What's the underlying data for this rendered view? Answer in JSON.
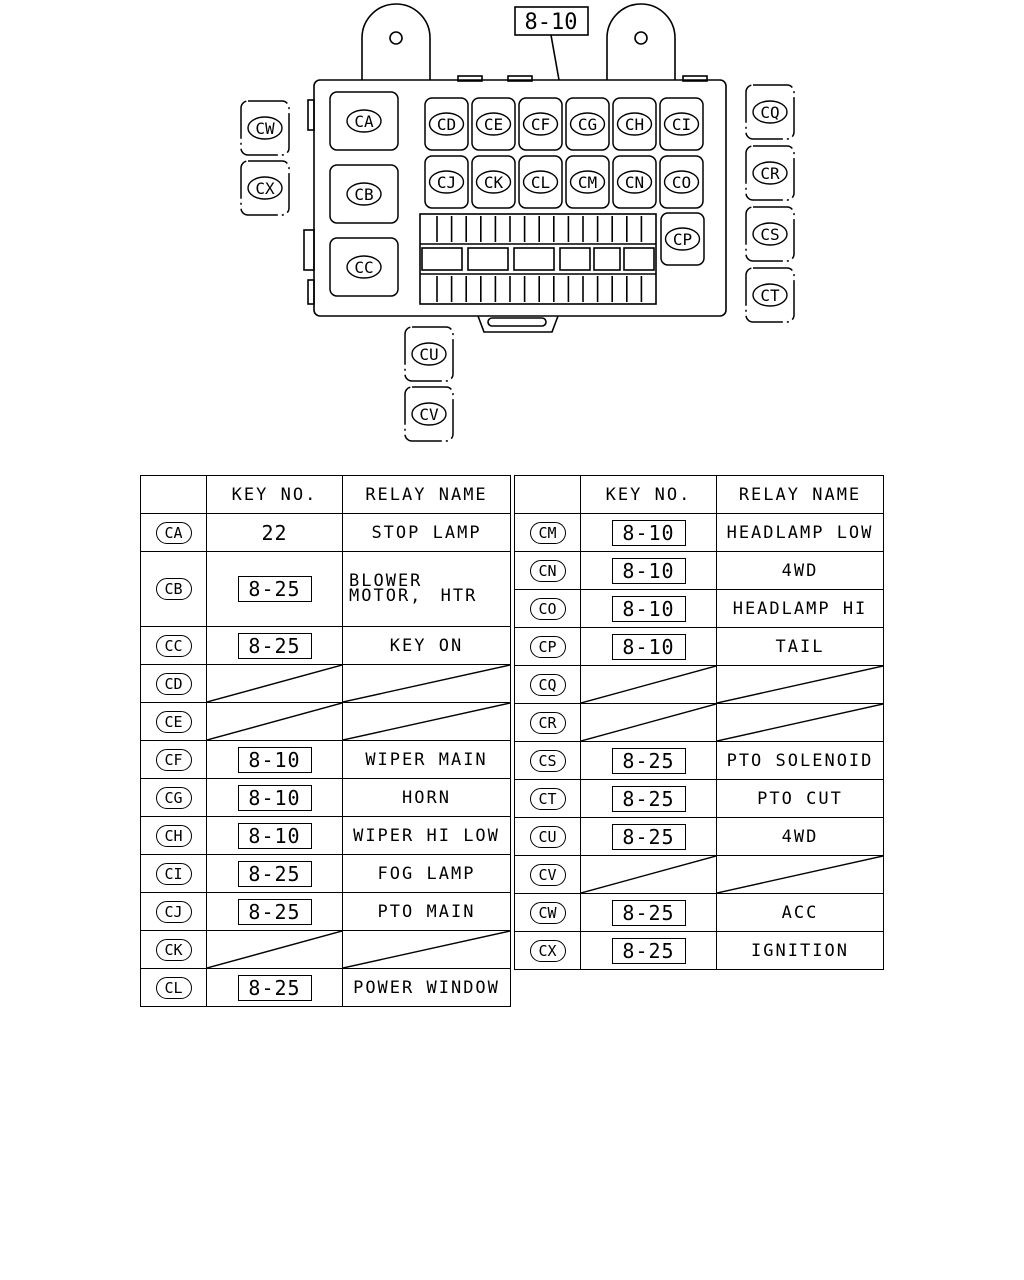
{
  "callout": {
    "label": "8-10"
  },
  "fuse_box": {
    "large_relays": [
      "CA",
      "CB",
      "CC"
    ],
    "row1": [
      "CD",
      "CE",
      "CF",
      "CG",
      "CH",
      "CI"
    ],
    "row2": [
      "CJ",
      "CK",
      "CL",
      "CM",
      "CN",
      "CO"
    ],
    "side_relay": "CP",
    "left_relays": [
      "CW",
      "CX"
    ],
    "right_relays": [
      "CQ",
      "CR",
      "CS",
      "CT"
    ],
    "bottom_relays": [
      "CU",
      "CV"
    ]
  },
  "table": {
    "headers": {
      "key_no": "KEY NO.",
      "relay_name": "RELAY NAME"
    },
    "left_rows": [
      {
        "code": "CA",
        "key": "22",
        "key_boxed": false,
        "name": "STOP LAMP"
      },
      {
        "code": "CB",
        "key": "8-25",
        "key_boxed": true,
        "name": "BLOWER MOTOR, HTR"
      },
      {
        "code": "CC",
        "key": "8-25",
        "key_boxed": true,
        "name": "KEY ON"
      },
      {
        "code": "CD",
        "key": "",
        "key_boxed": false,
        "name": ""
      },
      {
        "code": "CE",
        "key": "",
        "key_boxed": false,
        "name": ""
      },
      {
        "code": "CF",
        "key": "8-10",
        "key_boxed": true,
        "name": "WIPER MAIN"
      },
      {
        "code": "CG",
        "key": "8-10",
        "key_boxed": true,
        "name": "HORN"
      },
      {
        "code": "CH",
        "key": "8-10",
        "key_boxed": true,
        "name": "WIPER HI LOW"
      },
      {
        "code": "CI",
        "key": "8-25",
        "key_boxed": true,
        "name": "FOG LAMP"
      },
      {
        "code": "CJ",
        "key": "8-25",
        "key_boxed": true,
        "name": "PTO MAIN"
      },
      {
        "code": "CK",
        "key": "",
        "key_boxed": false,
        "name": ""
      },
      {
        "code": "CL",
        "key": "8-25",
        "key_boxed": true,
        "name": "POWER WINDOW"
      }
    ],
    "right_rows": [
      {
        "code": "CM",
        "key": "8-10",
        "key_boxed": true,
        "name": "HEADLAMP LOW"
      },
      {
        "code": "CN",
        "key": "8-10",
        "key_boxed": true,
        "name": "4WD"
      },
      {
        "code": "CO",
        "key": "8-10",
        "key_boxed": true,
        "name": "HEADLAMP HI"
      },
      {
        "code": "CP",
        "key": "8-10",
        "key_boxed": true,
        "name": "TAIL"
      },
      {
        "code": "CQ",
        "key": "",
        "key_boxed": false,
        "name": ""
      },
      {
        "code": "CR",
        "key": "",
        "key_boxed": false,
        "name": ""
      },
      {
        "code": "CS",
        "key": "8-25",
        "key_boxed": true,
        "name": "PTO SOLENOID"
      },
      {
        "code": "CT",
        "key": "8-25",
        "key_boxed": true,
        "name": "PTO CUT"
      },
      {
        "code": "CU",
        "key": "8-25",
        "key_boxed": true,
        "name": "4WD"
      },
      {
        "code": "CV",
        "key": "",
        "key_boxed": false,
        "name": ""
      },
      {
        "code": "CW",
        "key": "8-25",
        "key_boxed": true,
        "name": "ACC"
      },
      {
        "code": "CX",
        "key": "8-25",
        "key_boxed": true,
        "name": "IGNITION"
      }
    ]
  }
}
